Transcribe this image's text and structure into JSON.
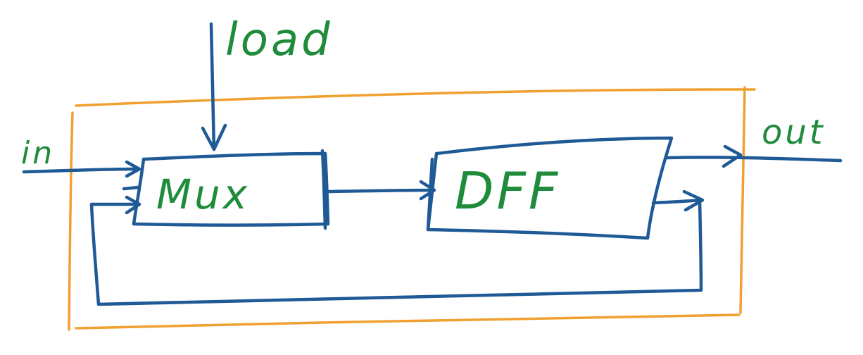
{
  "colors": {
    "wire": "#1f5a96",
    "boundary": "#f0a030",
    "label": "#1e8c3a"
  },
  "labels": {
    "load": "load",
    "in": "in",
    "mux": "Mux",
    "dff": "DFF",
    "out": "out"
  }
}
